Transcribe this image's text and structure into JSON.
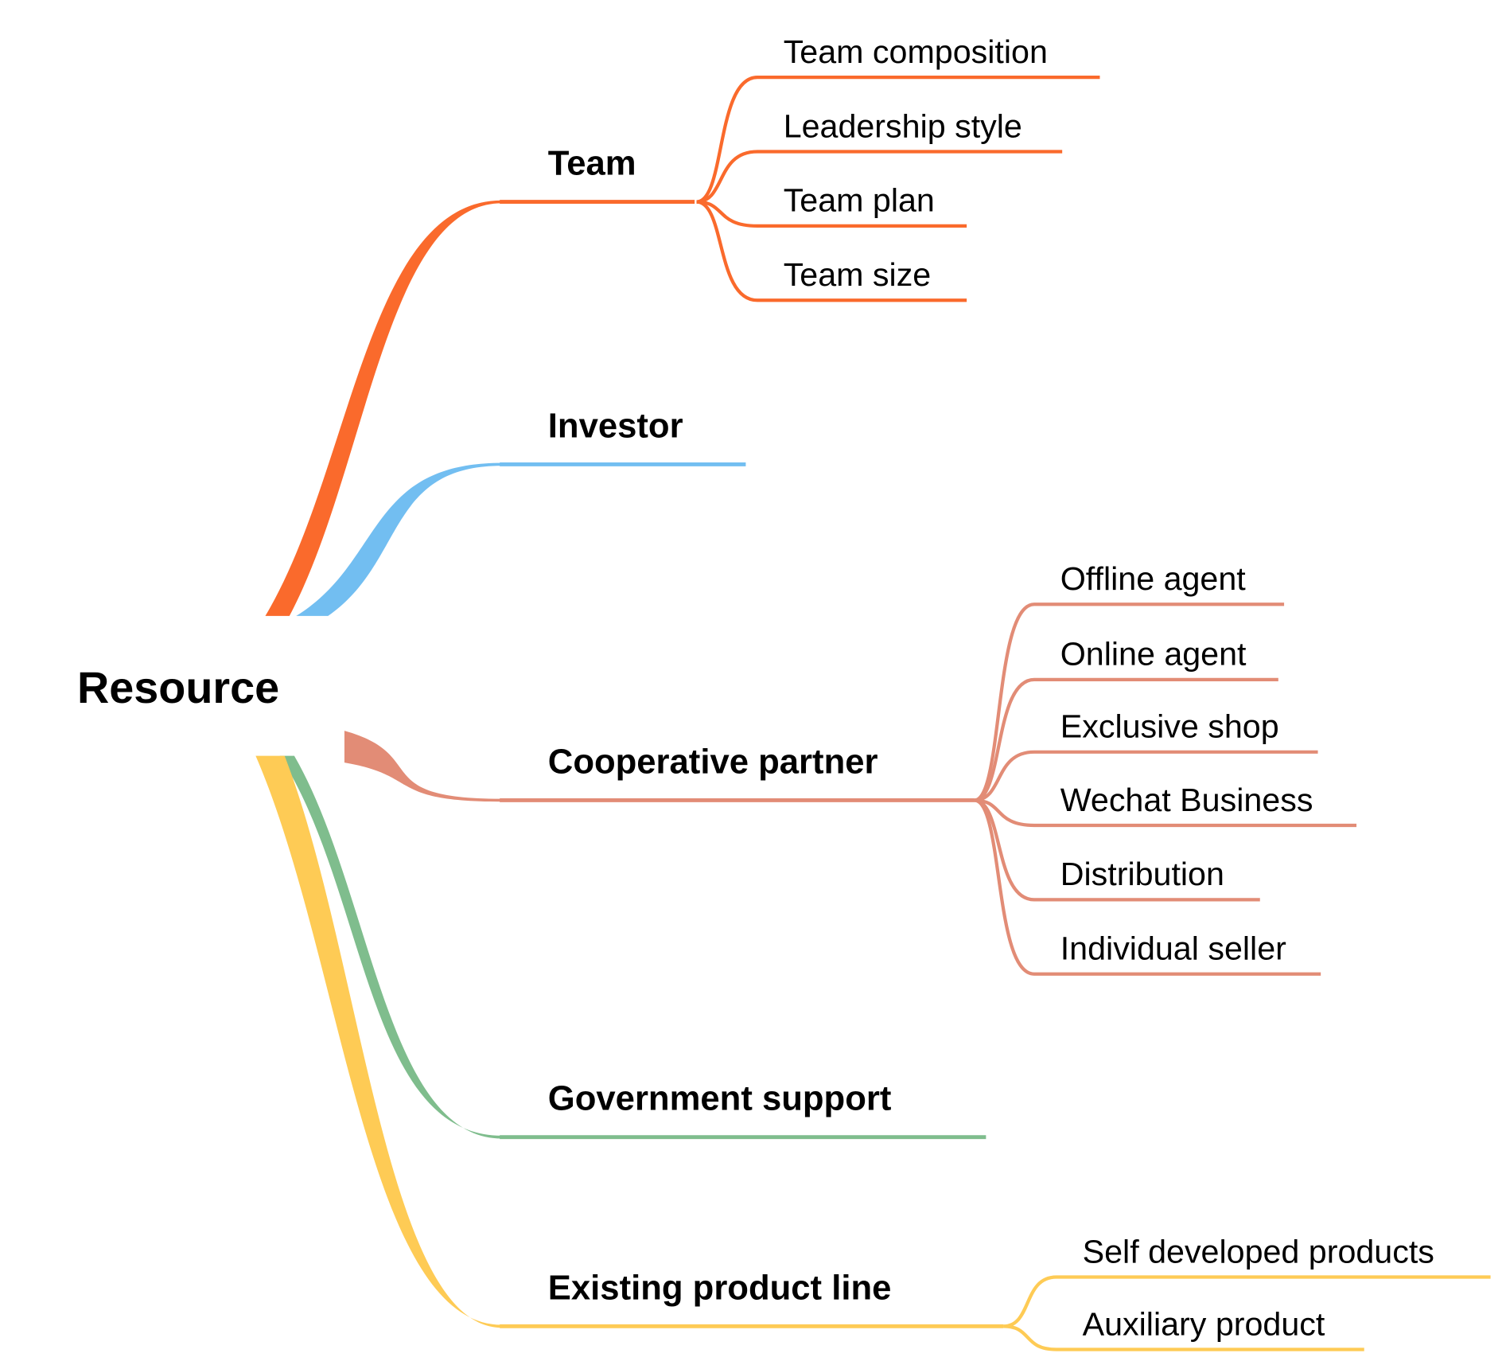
{
  "root": {
    "label": "Resource"
  },
  "branches": [
    {
      "label": "Team",
      "color": "#FA6A2C",
      "children": [
        "Team composition",
        "Leadership style",
        "Team plan",
        "Team size"
      ]
    },
    {
      "label": "Investor",
      "color": "#72BEF1",
      "children": []
    },
    {
      "label": "Cooperative partner",
      "color": "#E28C76",
      "children": [
        "Offline agent",
        "Online agent",
        "Exclusive shop",
        "Wechat Business",
        "Distribution",
        "Individual seller"
      ]
    },
    {
      "label": "Government support",
      "color": "#7FBD8D",
      "children": []
    },
    {
      "label": "Existing product line",
      "color": "#FECB55",
      "children": [
        "Self developed products",
        "Auxiliary product"
      ]
    }
  ]
}
